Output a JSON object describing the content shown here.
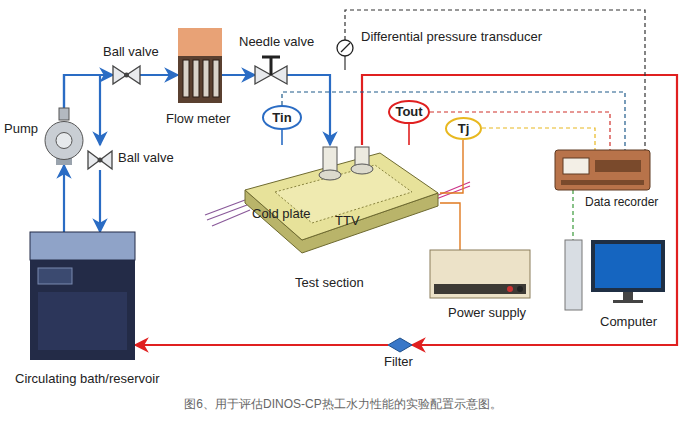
{
  "diagram": {
    "caption": "图6、用于评估DINOS-CP热工水力性能的实验配置示意图。",
    "nodes": [
      {
        "text": [
          "Pump"
        ]
      },
      {
        "text": [
          "Ball valve"
        ]
      },
      {
        "text": [
          "Ball valve"
        ]
      },
      {
        "text": [
          "Flow meter"
        ]
      },
      {
        "text": [
          "Needle valve"
        ]
      },
      {
        "text": [
          "Differential pressure transducer"
        ]
      },
      {
        "text": [
          "Tin"
        ]
      },
      {
        "text": [
          "Tout"
        ]
      },
      {
        "text": [
          "Tj"
        ]
      },
      {
        "text": [
          "Cold plate",
          "Test section"
        ]
      },
      {
        "text": [
          "Power supply"
        ]
      },
      {
        "text": [
          "Data recorder"
        ]
      },
      {
        "text": [
          "Computer"
        ]
      },
      {
        "text": [
          "Filter"
        ]
      },
      {
        "text": [
          "Circulating bath/reservoir"
        ]
      }
    ],
    "edges": [
      {
        "from": 14,
        "to": 0,
        "arrow": "to"
      },
      {
        "from": 0,
        "to": 1,
        "arrow": "to"
      },
      {
        "from": 0,
        "to": 2,
        "arrow": "to"
      },
      {
        "from": 2,
        "to": 14,
        "arrow": "to"
      },
      {
        "from": 1,
        "to": 3,
        "arrow": "to"
      },
      {
        "from": 3,
        "to": 4,
        "arrow": "to"
      },
      {
        "from": 4,
        "to": 9,
        "arrow": "to"
      },
      {
        "from": 6,
        "to": 9,
        "arrow": "none"
      },
      {
        "from": 7,
        "to": 9,
        "arrow": "none"
      },
      {
        "from": 9,
        "to": 13,
        "arrow": "to"
      },
      {
        "from": 13,
        "to": 14,
        "arrow": "to"
      },
      {
        "from": 5,
        "to": 11,
        "arrow": "none"
      },
      {
        "from": 6,
        "to": 11,
        "arrow": "none"
      },
      {
        "from": 7,
        "to": 11,
        "arrow": "none"
      },
      {
        "from": 8,
        "to": 11,
        "arrow": "none"
      },
      {
        "from": 11,
        "to": 12,
        "arrow": "none"
      },
      {
        "from": 10,
        "to": 9,
        "arrow": "none"
      },
      {
        "from": 8,
        "to": 9,
        "arrow": "none"
      }
    ],
    "labels": [
      "TTV"
    ]
  }
}
